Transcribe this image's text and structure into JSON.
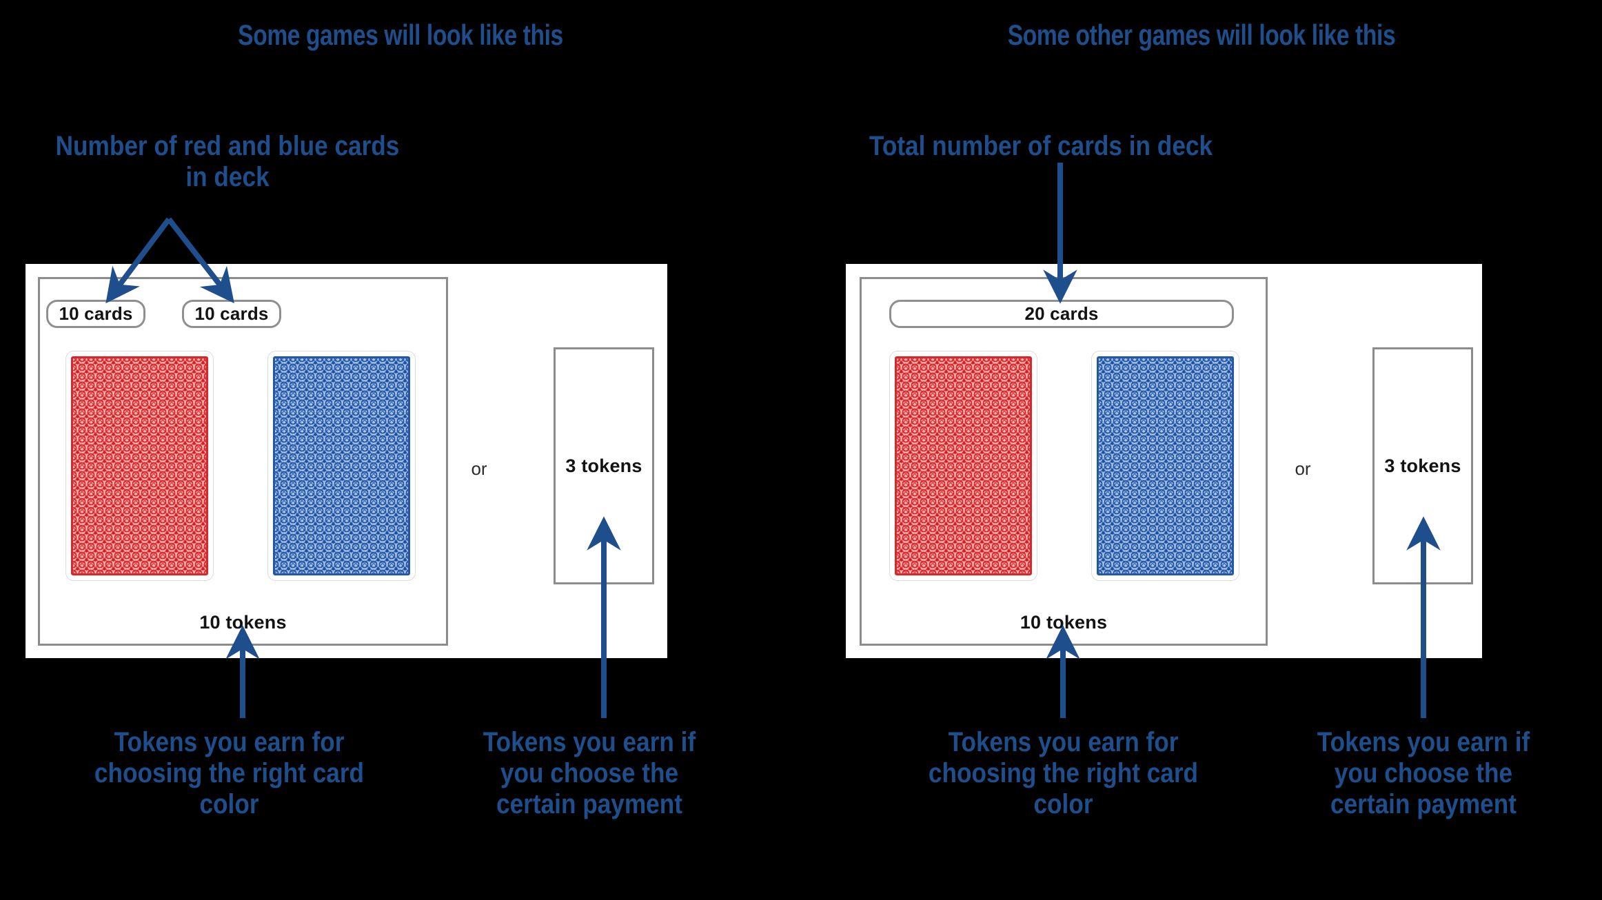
{
  "theme": {
    "annotation_blue": "#1f4e8c",
    "box_gray": "#8c8c8c",
    "card_red": "#d8272c",
    "card_blue": "#2257a6",
    "panel_white": "#ffffff",
    "page_background": "#000000",
    "text_black": "#131313"
  },
  "titles": {
    "left": "Some games will look like this",
    "right": "Some other games will look like this"
  },
  "callouts": {
    "top_left": "Number of red and blue cards in deck",
    "top_right": "Total number of cards in deck",
    "bottom_left_left": "Tokens you earn for choosing the right card color",
    "bottom_left_right": "Tokens you earn if you choose the certain payment",
    "bottom_right_left": "Tokens you earn for choosing the right card color",
    "bottom_right_right": "Tokens you earn if you choose the certain payment"
  },
  "panels": {
    "left": {
      "pills": [
        {
          "label": "10 cards",
          "for": "red-deck"
        },
        {
          "label": "10 cards",
          "for": "blue-deck"
        }
      ],
      "cards": [
        {
          "color": "red",
          "name": "red-card-back"
        },
        {
          "color": "blue",
          "name": "blue-card-back"
        }
      ],
      "gamble_payout": "10 tokens",
      "or_label": "or",
      "certain_payout": "3 tokens"
    },
    "right": {
      "pills": [
        {
          "label": "20 cards",
          "for": "total-deck"
        }
      ],
      "cards": [
        {
          "color": "red",
          "name": "red-card-back"
        },
        {
          "color": "blue",
          "name": "blue-card-back"
        }
      ],
      "gamble_payout": "10 tokens",
      "or_label": "or",
      "certain_payout": "3 tokens"
    }
  }
}
